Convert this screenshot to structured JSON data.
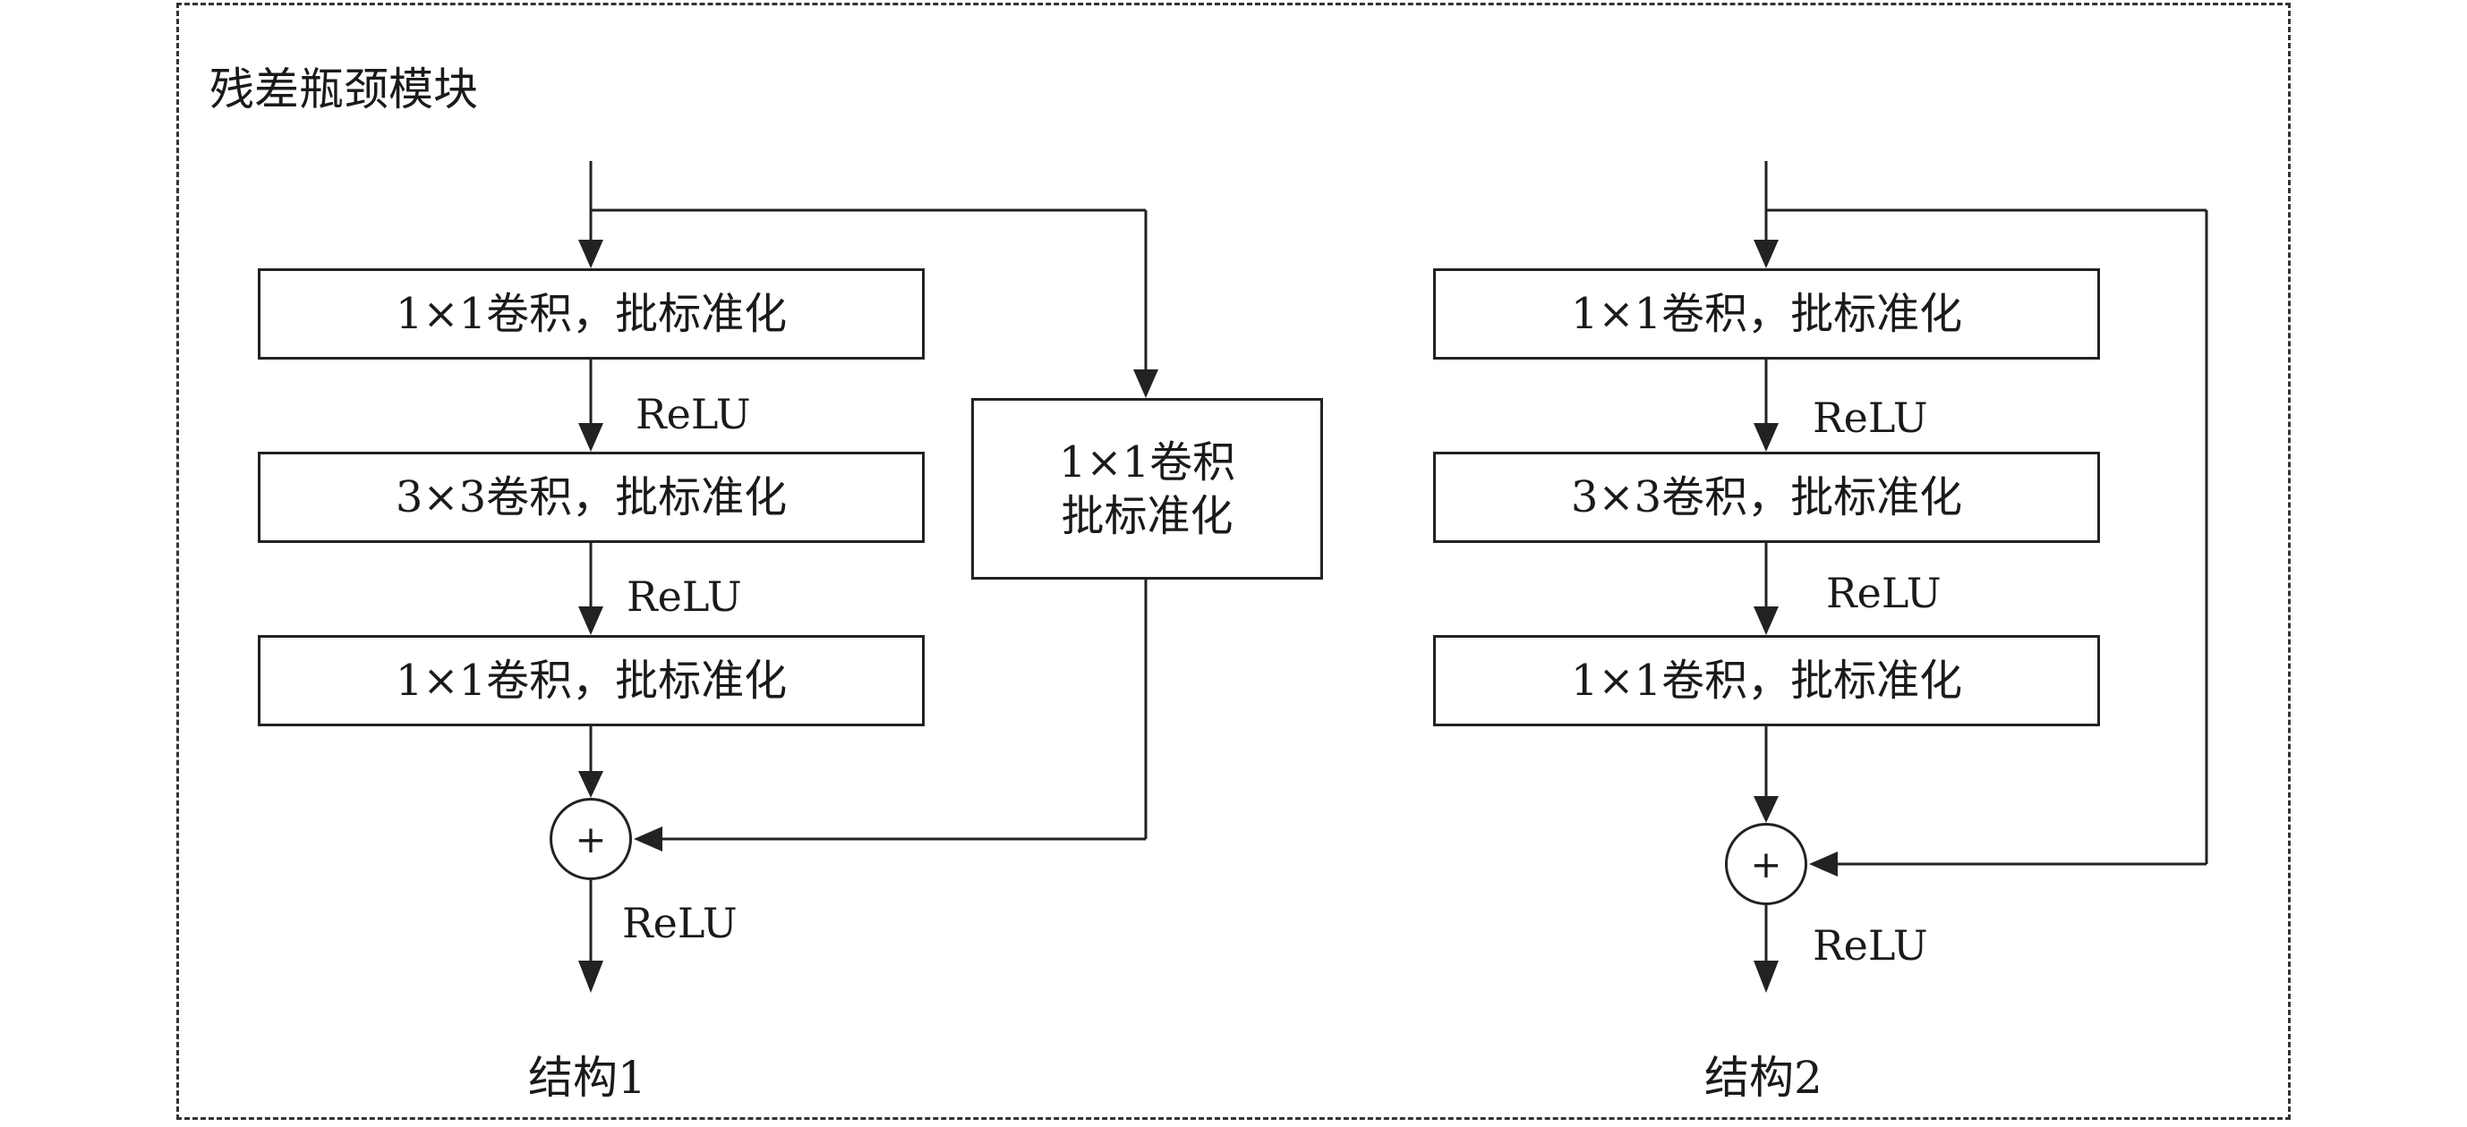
{
  "title": "残差瓶颈模块",
  "structure1": {
    "caption": "结构1",
    "box1": "1×1卷积，批标准化",
    "box2": "3×3卷积，批标准化",
    "box3": "1×1卷积，批标准化",
    "shortcut_line1": "1×1卷积",
    "shortcut_line2": "批标准化",
    "relu1": "ReLU",
    "relu2": "ReLU",
    "relu_out": "ReLU",
    "sum_symbol": "+"
  },
  "structure2": {
    "caption": "结构2",
    "box1": "1×1卷积，批标准化",
    "box2": "3×3卷积，批标准化",
    "box3": "1×1卷积，批标准化",
    "relu1": "ReLU",
    "relu2": "ReLU",
    "relu_out": "ReLU",
    "sum_symbol": "+"
  }
}
